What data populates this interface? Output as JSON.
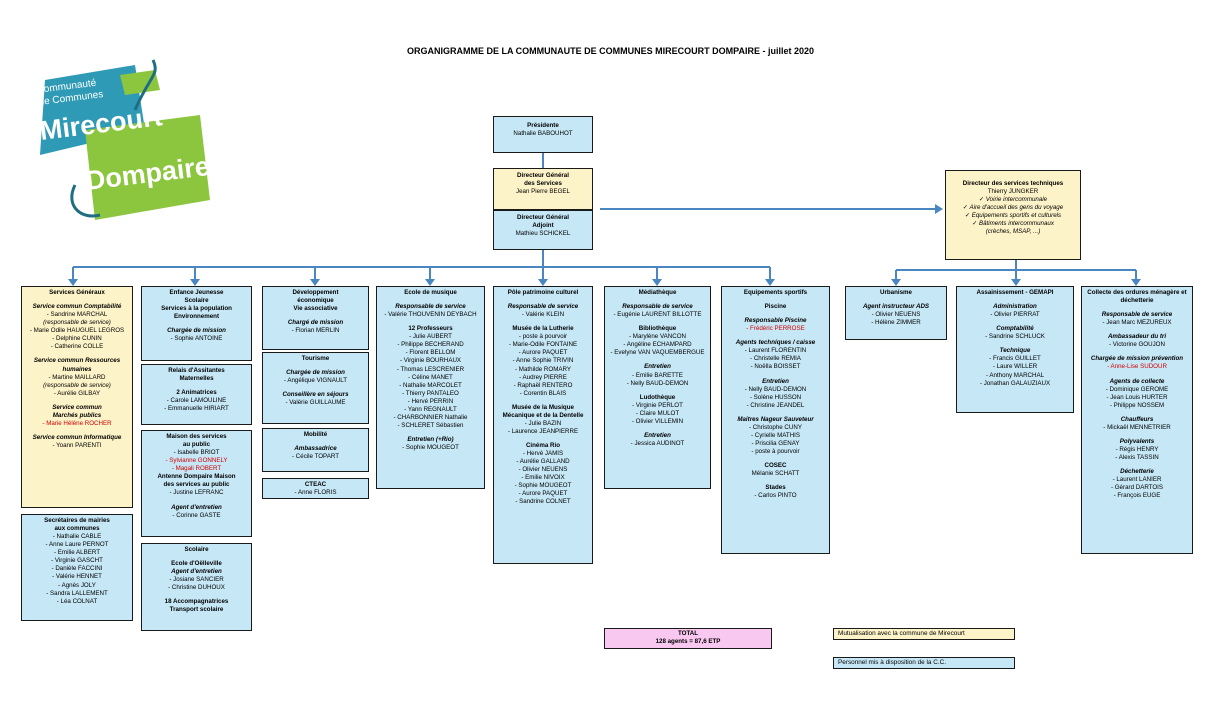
{
  "title": "ORGANIGRAMME DE LA COMMUNAUTE DE COMMUNES MIRECOURT DOMPAIRE - juillet 2020",
  "logo": {
    "line1": "Communauté",
    "line2": "de Communes",
    "word1": "Mirecourt",
    "word2": "Dompaire"
  },
  "colors": {
    "blue": "#c6e7f6",
    "yellow": "#fdf3c8",
    "pink": "#f9c8f0",
    "connector": "#4a86bf",
    "red": "#d10000"
  },
  "top": {
    "president": [
      "Présidente",
      "Nathalie BABOUHOT"
    ],
    "dgs": [
      "Directeur Général",
      "des Services",
      "Jean Pierre BEGEL"
    ],
    "dga": [
      "Directeur Général",
      "Adjoint",
      "Mathieu SCHICKEL"
    ],
    "dst": [
      "Directeur des services techniques",
      "Thierry JUNGKER",
      "✓ Voirie intercommunale",
      "✓ Aire d'accueil des gens du voyage",
      "✓ Equipements sportifs et culturels",
      "✓ Bâtiments intercommunaux",
      "(crèches, MSAP, ...)"
    ]
  },
  "c1": {
    "a": [
      "Services Généraux",
      "",
      "Service commun Comptabilité",
      "- Sandrine MARCHAL",
      "(responsable de service)",
      "- Marie Odile HAUGUEL LEGROS",
      "- Delphine CUNIN",
      "- Catherine COLLE",
      "",
      "Service commun Ressources",
      "humaines",
      "- Martine MAILLARD",
      "(responsable de service)",
      "- Aurélie GILBAY",
      "",
      "Service commun",
      "Marchés publics",
      "- Marie Hélène ROCHER",
      "",
      "Service commun Informatique",
      "- Yoann PARENTI"
    ],
    "b": [
      "Secrétaires de mairies",
      "aux communes",
      "- Nathalie CABLE",
      "- Anne Laure PERNOT",
      "- Emilie ALBERT",
      "- Virginie GASCHT",
      "- Danièle FACCINI",
      "- Valérie HENNET",
      "- Agnès JOLY",
      "- Sandra LALLEMENT",
      "- Léa COLNAT"
    ]
  },
  "c2": {
    "a": [
      "Enfance Jeunesse",
      "Scolaire",
      "Services à la population",
      "Environnement",
      "",
      "Chargée de mission",
      "- Sophie ANTOINE"
    ],
    "b": [
      "Relais d'Assitantes",
      "Maternelles",
      "",
      "2 Animatrices",
      "- Carole LAMOULINE",
      "- Emmanuelle HIRIART"
    ],
    "c": [
      "Maison des services",
      "au public",
      "- Isabelle BRIOT",
      "- Sylvianne GONNELY",
      "- Magali ROBERT",
      "Antenne Dompaire Maison",
      "des services au public",
      "- Justine LEFRANC",
      "",
      "Agent d'entretien",
      "- Corinne GASTE"
    ],
    "d": [
      "Scolaire",
      "",
      "Ecole d'Oëlleville",
      "Agent d'entretien",
      "- Josiane SANCIER",
      "- Christine DUHOUX",
      "",
      "18 Accompagnatrices",
      "Transport scolaire"
    ]
  },
  "c3": {
    "a": [
      "Développement",
      "économique",
      "Vie associative",
      "",
      "Chargé de mission",
      "- Florian MERLIN"
    ],
    "b": [
      "Tourisme",
      "",
      "Chargée de mission",
      "- Angélique VIGNAULT",
      "",
      "Conseillère en séjours",
      "- Valérie GUILLAUME"
    ],
    "c": [
      "Mobilité",
      "",
      "Ambassadrice",
      "- Cécile TOPART"
    ],
    "d": [
      "CTEAC",
      "- Anne FLORIS"
    ]
  },
  "c4": [
    "Ecole de musique",
    "",
    "Responsable de service",
    "- Valérie THOUVENIN DEYBACH",
    "",
    "12 Professeurs",
    "- Julie AUBERT",
    "- Philippe BECHERAND",
    "- Florent BELLOM",
    "- Virginie BOURHAUX",
    "- Thomas LESCRENIER",
    "- Céline MANET",
    "- Nathalie MARCOLET",
    "- Thierry PANTALEO",
    "- Hervé PERRIN",
    "- Yann REGNAULT",
    "- CHARBONNIER Nathalie",
    "- SCHLERET Sébastien",
    "",
    "Entretien (+Rio)",
    "- Sophie MOUGEOT"
  ],
  "c5": [
    "Pôle patrimoine culturel",
    "",
    "Responsable de service",
    "- Valérie KLEIN",
    "",
    "Musée de la Lutherie",
    "- poste à pourvoir",
    "- Marie-Odile FONTAINE",
    "- Aurore PAQUET",
    "- Anne Sophie TRIVIN",
    "- Mathilde ROMARY",
    "- Audrey PIERRE",
    "- Raphaël RENTERO",
    "- Corentin BLAIS",
    "",
    "Musée de la Musique",
    "Mécanique et de la Dentelle",
    "- Julie BAZIN",
    "- Laurence JEANPIERRE",
    "",
    "Cinéma Rio",
    "- Hervé JAMIS",
    "- Aurélie GALLAND",
    "- Olivier NEUENS",
    "- Emilie NIVOIX",
    "- Sophie MOUGEOT",
    "- Aurore PAQUET",
    "- Sandrine COLNET"
  ],
  "c6": [
    "Médiathèque",
    "",
    "Responsable de service",
    "- Eugénie LAURENT BILLOTTE",
    "",
    "Bibliothèque",
    "- Marylène VANCON",
    "- Angéline ECHAMPARD",
    "- Evelyne VAN VAQUEMBERGUE",
    "",
    "Entretien",
    "- Emilie BARETTE",
    "- Nelly BAUD-DEMON",
    "",
    "Ludothèque",
    "- Virginie PERLOT",
    "- Claire MULOT",
    "- Olivier VILLEMIN",
    "",
    "Entretien",
    "- Jessica AUDINOT"
  ],
  "c7": [
    "Equipements sportifs",
    "",
    "Piscine",
    "",
    "Responsable Piscine",
    "- Frédéric PERROSE",
    "",
    "Agents techniques / caisse",
    "- Laurent FLORENTIN",
    "- Christelle REMIA",
    "- Noëlla BOISSET",
    "",
    "Entretien",
    "- Nelly BAUD-DEMON",
    "- Solène HUSSON",
    "- Christine JEANDEL",
    "",
    "Maitres Nageur Sauveteur",
    "- Christophe CUNY",
    "- Cyrielle MATHIS",
    "- Priscilia GENAY",
    "- poste à pourvoir",
    "",
    "COSEC",
    "Mélanie SCHATT",
    "",
    "Stades",
    "- Carlos PINTO"
  ],
  "c8": [
    "Urbanisme",
    "",
    "Agent instructeur ADS",
    "- Olivier NEUENS",
    "- Hélène ZIMMER"
  ],
  "c9": [
    "Assainissement - GEMAPI",
    "",
    "Administration",
    "- Olivier PIERRAT",
    "",
    "Comptabilité",
    "- Sandrine SCHLUCK",
    "",
    "Technique",
    "- Francis GUILLET",
    "- Laure WILLER",
    "- Anthony MARCHAL",
    "- Jonathan GALAUZIAUX"
  ],
  "c10": [
    "Collecte des ordures ménagère et",
    "déchetterie",
    "",
    "Responsable de service",
    "- Jean Marc MEZUREUX",
    "",
    "Ambassadeur du tri",
    "- Victorine GOUJON",
    "",
    "Chargée de mission prévention",
    "- Anne-Lise SUDOUR",
    "",
    "Agents de collecte",
    "- Dominique GEROME",
    "- Jean Louis HURTER",
    "- Philippe NOSSEM",
    "",
    "Chauffeurs",
    "- Mickaël MENNETRIER",
    "",
    "Polyvalents",
    "- Régis HENRY",
    "- Alexis TASSIN",
    "",
    "Déchetterie",
    "- Laurent LANIER",
    "- Gérard DARTOIS",
    "- François EUGE"
  ],
  "total": [
    "TOTAL",
    "128 agents = 87,6 ETP"
  ],
  "legend": {
    "yellow": "Mutualisation avec la commune de Mirecourt",
    "blue": "Personnel mis à disposition de la C.C."
  }
}
